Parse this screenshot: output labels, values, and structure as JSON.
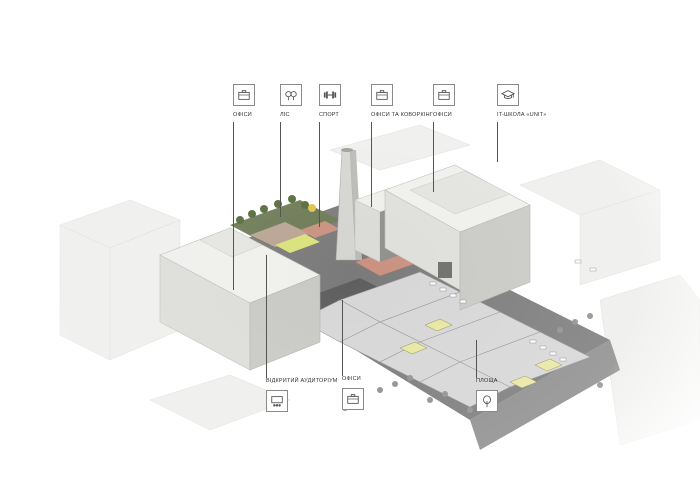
{
  "callouts_top": [
    {
      "label": "ОФІСИ",
      "icon": "briefcase-icon"
    },
    {
      "label": "ЛІС",
      "icon": "trees-icon"
    },
    {
      "label": "СПОРТ",
      "icon": "dumbbell-icon"
    },
    {
      "label": "ОФІСИ ТА КОВОРКІНГ",
      "icon": "briefcase-icon"
    },
    {
      "label": "ОФІСИ",
      "icon": "briefcase-icon"
    },
    {
      "label": "IT-ШКОЛА «UNIT»",
      "icon": "graduation-cap-icon"
    }
  ],
  "callouts_bottom": [
    {
      "label": "ВІДКРИТИЙ АУДИТОРІУМ",
      "icon": "auditorium-icon"
    },
    {
      "label": "ОФІСИ",
      "icon": "briefcase-icon"
    },
    {
      "label": "ПЛОЩА",
      "icon": "tree-icon"
    }
  ],
  "colors": {
    "building": "#e6e6e3",
    "building_shade": "#c9c9c5",
    "ground_dark": "#6b6b6b",
    "plaza": "#d8d8d8",
    "lawn": "#e8e6a0",
    "terracotta": "#c9917f",
    "accent_lawn": "#d9e27a"
  }
}
